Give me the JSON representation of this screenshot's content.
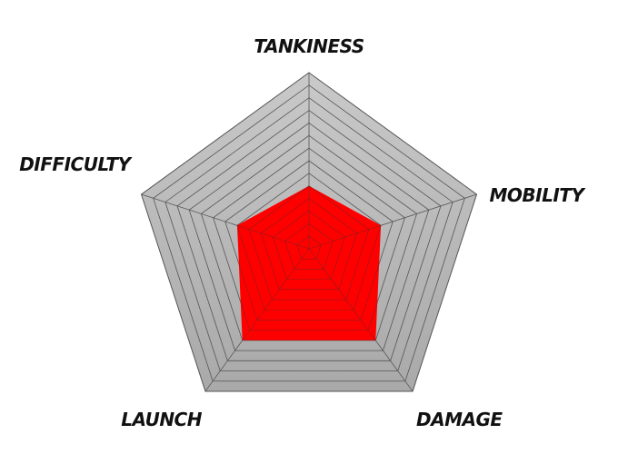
{
  "chart_data": {
    "type": "radar",
    "axes": [
      "TANKINESS",
      "MOBILITY",
      "DAMAGE",
      "LAUNCH",
      "DIFFICULTY"
    ],
    "values": [
      5,
      6,
      9,
      9,
      6
    ],
    "range": [
      0,
      14
    ],
    "rings": 14,
    "grid": true,
    "colors": {
      "grid_fill": "#c9c9c9",
      "grid_fill_bottom": "#a9a9a9",
      "grid_stroke": "#555555",
      "data_fill": "#ff0000",
      "label": "#111111"
    }
  }
}
